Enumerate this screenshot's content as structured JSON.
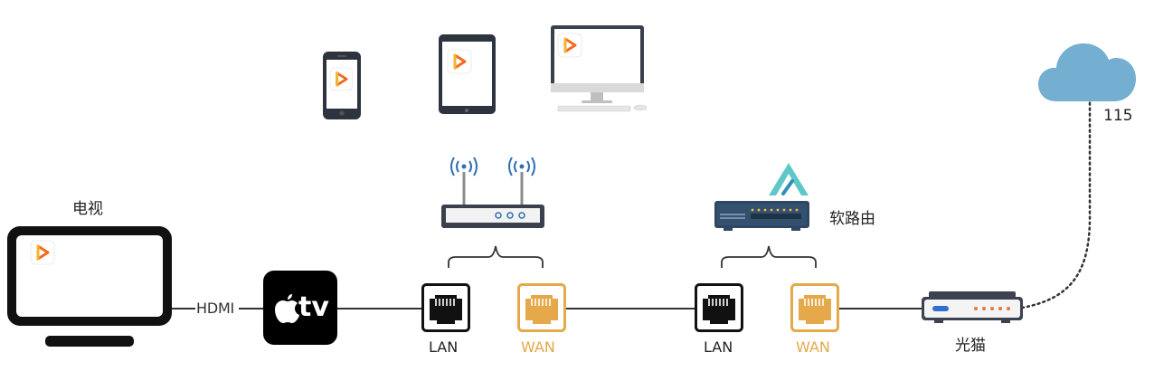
{
  "labels": {
    "tv": "电视",
    "hdmi": "HDMI",
    "apple_tv": "tv",
    "lan_1": "LAN",
    "wan_1": "WAN",
    "lan_2": "LAN",
    "wan_2": "WAN",
    "soft_router": "软路由",
    "modem": "光猫",
    "cloud": "115"
  },
  "colors": {
    "wan_orange": "#e5a84a",
    "cloud_blue": "#74aed1",
    "app_orange": "#f26b21",
    "router_dark": "#2f4763",
    "alist_teal": "#5ec8c8"
  },
  "icons": [
    "phone-icon",
    "tablet-icon",
    "desktop-icon",
    "wifi-router-icon",
    "soft-router-icon",
    "alist-logo-icon",
    "tv-icon",
    "apple-tv-icon",
    "ethernet-port-icon",
    "modem-icon",
    "cloud-icon"
  ]
}
